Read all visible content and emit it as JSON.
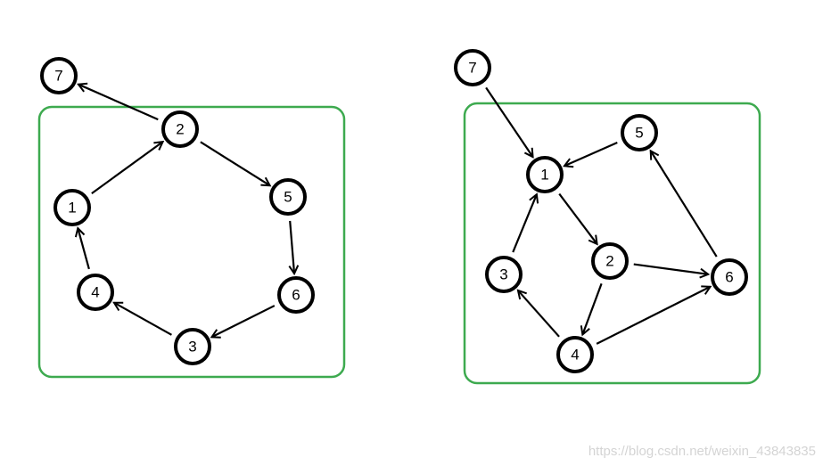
{
  "colors": {
    "box": "#3daa4f",
    "node_stroke": "#000000",
    "edge": "#000000",
    "watermark": "#d4d4d4"
  },
  "watermark": "https://blog.csdn.net/weixin_43843835",
  "graphs": [
    {
      "id": "left",
      "nodes": [
        "7",
        "2",
        "1",
        "5",
        "4",
        "6",
        "3"
      ],
      "edges": [
        [
          "2",
          "7"
        ],
        [
          "1",
          "2"
        ],
        [
          "2",
          "5"
        ],
        [
          "5",
          "6"
        ],
        [
          "6",
          "3"
        ],
        [
          "3",
          "4"
        ],
        [
          "4",
          "1"
        ]
      ]
    },
    {
      "id": "right",
      "nodes": [
        "7",
        "5",
        "1",
        "2",
        "3",
        "6",
        "4"
      ],
      "edges": [
        [
          "7",
          "1"
        ],
        [
          "5",
          "1"
        ],
        [
          "1",
          "2"
        ],
        [
          "2",
          "6"
        ],
        [
          "2",
          "4"
        ],
        [
          "4",
          "3"
        ],
        [
          "3",
          "1"
        ],
        [
          "4",
          "6"
        ],
        [
          "6",
          "5"
        ]
      ]
    }
  ]
}
